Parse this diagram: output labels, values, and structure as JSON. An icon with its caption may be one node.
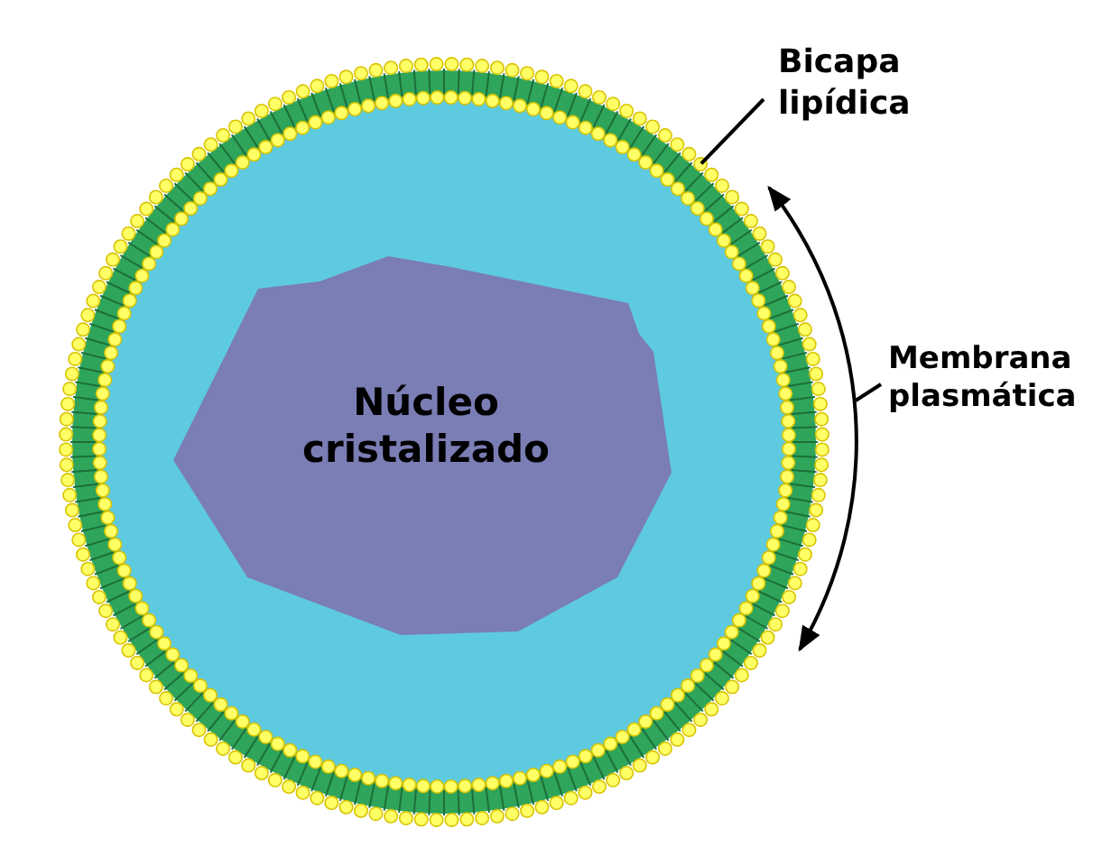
{
  "diagram": {
    "nodes": [
      {
        "text": [],
        "shape": "circle"
      },
      {
        "text": [
          "Núcleo cristalizado"
        ],
        "in": 0
      },
      {
        "text": [
          "Bicapa lipídica"
        ]
      },
      {
        "text": [
          "Membrana plasmática"
        ]
      }
    ],
    "edges": [
      {
        "from": 2,
        "to": 0,
        "arrow": "none"
      },
      {
        "from": 3,
        "to": 0,
        "arrow": "none"
      }
    ]
  }
}
